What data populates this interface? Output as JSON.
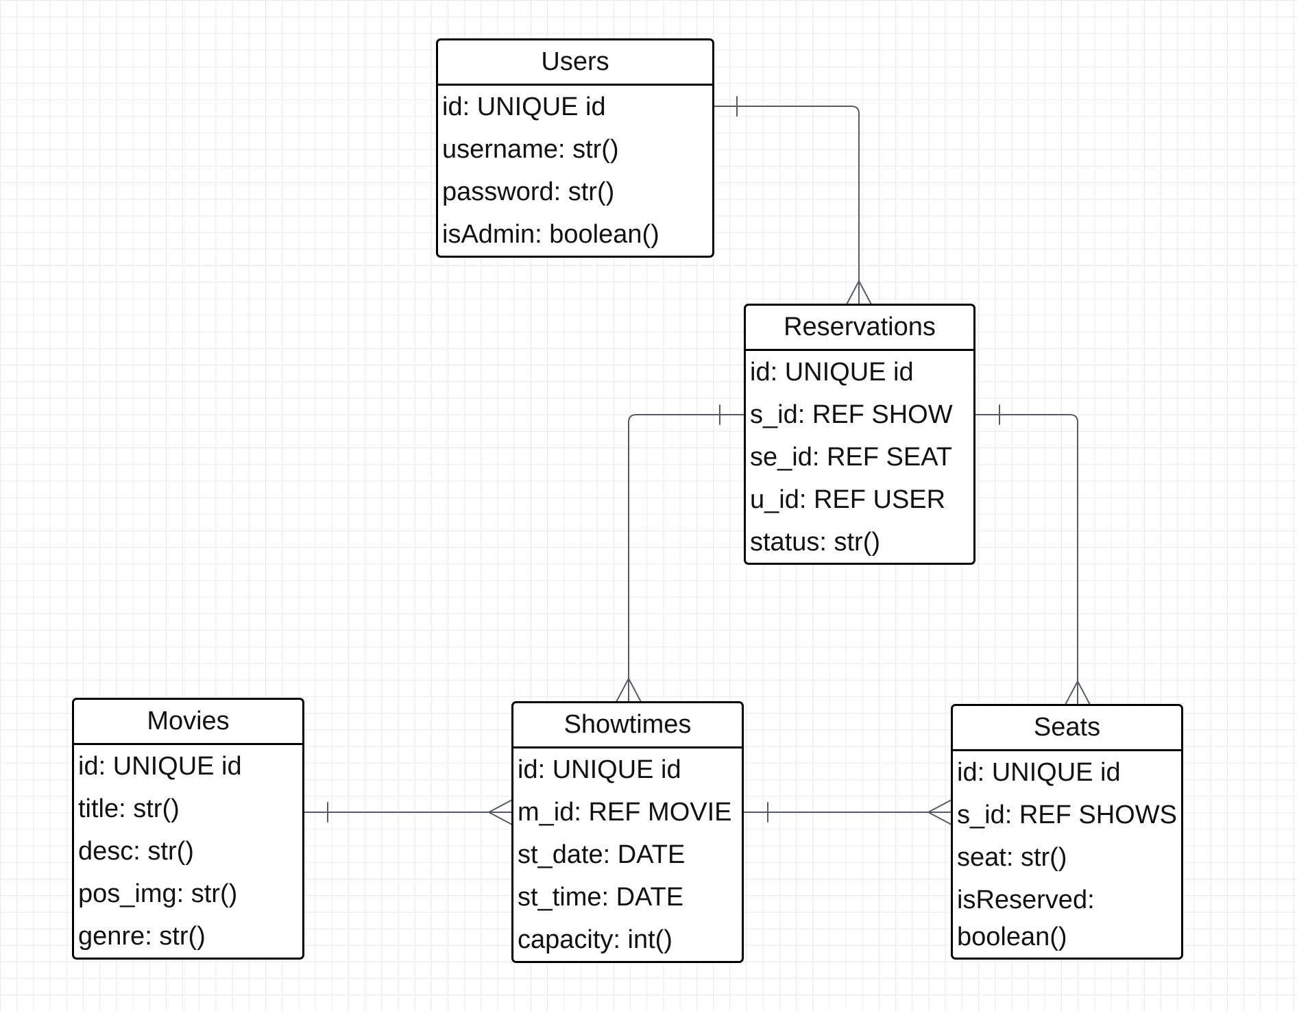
{
  "diagram": {
    "grid_color": "#e9e9e9",
    "line_color": "#555a64",
    "entities": [
      {
        "id": "users",
        "title": "Users",
        "fields": [
          "id: UNIQUE id",
          "username: str()",
          "password: str()",
          "isAdmin: boolean()"
        ]
      },
      {
        "id": "reservations",
        "title": "Reservations",
        "fields": [
          "id: UNIQUE id",
          "s_id: REF SHOW",
          "se_id: REF SEAT",
          "u_id: REF USER",
          "status: str()"
        ]
      },
      {
        "id": "movies",
        "title": "Movies",
        "fields": [
          "id: UNIQUE id",
          "title: str()",
          "desc: str()",
          "pos_img: str()",
          "genre: str()"
        ]
      },
      {
        "id": "showtimes",
        "title": "Showtimes",
        "fields": [
          "id: UNIQUE id",
          "m_id: REF MOVIE",
          "st_date: DATE",
          "st_time: DATE",
          "capacity: int()"
        ]
      },
      {
        "id": "seats",
        "title": "Seats",
        "fields": [
          "id: UNIQUE id",
          "s_id: REF SHOWS",
          "seat: str()",
          "isReserved: boolean()"
        ]
      }
    ],
    "relationships": [
      {
        "from": "users",
        "to": "reservations",
        "from_cardinality": "one",
        "to_cardinality": "many"
      },
      {
        "from": "reservations",
        "to": "showtimes",
        "from_cardinality": "one",
        "to_cardinality": "many"
      },
      {
        "from": "reservations",
        "to": "seats",
        "from_cardinality": "one",
        "to_cardinality": "many"
      },
      {
        "from": "movies",
        "to": "showtimes",
        "from_cardinality": "one",
        "to_cardinality": "many"
      },
      {
        "from": "showtimes",
        "to": "seats",
        "from_cardinality": "one",
        "to_cardinality": "many"
      }
    ]
  }
}
